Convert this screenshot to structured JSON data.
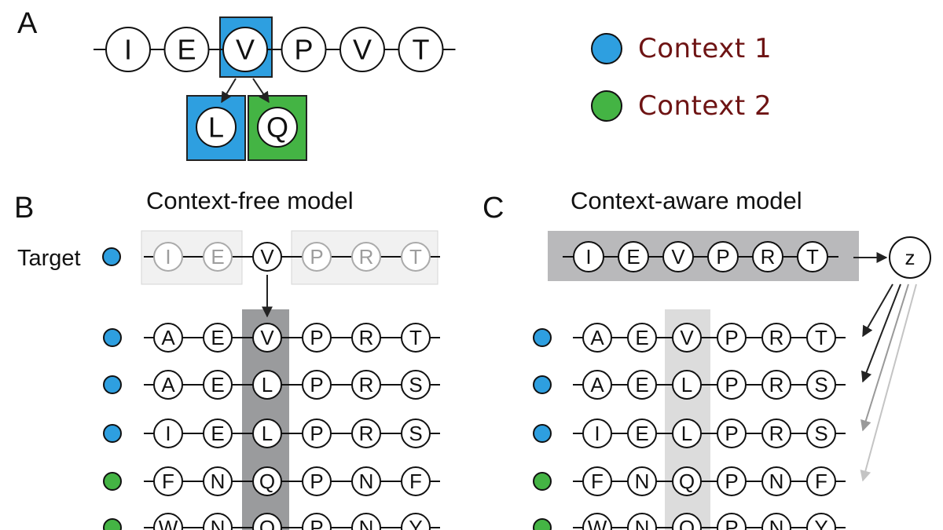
{
  "colors": {
    "context1": "#2e9fe0",
    "context2": "#44b444",
    "dark_band": "#9a9b9d",
    "light_band": "#dcdcdc",
    "legend_text": "#6e1414"
  },
  "panel_a": {
    "label": "A",
    "sequence": [
      "I",
      "E",
      "V",
      "P",
      "V",
      "T"
    ],
    "variants": [
      "L",
      "Q"
    ]
  },
  "legend": [
    {
      "label": "Context 1",
      "color": "#2e9fe0"
    },
    {
      "label": "Context 2",
      "color": "#44b444"
    }
  ],
  "panel_b": {
    "label": "B",
    "title": "Context-free model",
    "target_label": "Target",
    "target": [
      "I",
      "E",
      "V",
      "P",
      "R",
      "T"
    ],
    "rows": [
      {
        "context": 1,
        "seq": [
          "A",
          "E",
          "V",
          "P",
          "R",
          "T"
        ]
      },
      {
        "context": 1,
        "seq": [
          "A",
          "E",
          "L",
          "P",
          "R",
          "S"
        ]
      },
      {
        "context": 1,
        "seq": [
          "I",
          "E",
          "L",
          "P",
          "R",
          "S"
        ]
      },
      {
        "context": 2,
        "seq": [
          "F",
          "N",
          "Q",
          "P",
          "N",
          "F"
        ]
      },
      {
        "context": 2,
        "seq": [
          "W",
          "N",
          "Q",
          "P",
          "N",
          "Y"
        ]
      }
    ]
  },
  "panel_c": {
    "label": "C",
    "title": "Context-aware model",
    "input": [
      "I",
      "E",
      "V",
      "P",
      "R",
      "T"
    ],
    "latent": "z",
    "rows": [
      {
        "context": 1,
        "seq": [
          "A",
          "E",
          "V",
          "P",
          "R",
          "T"
        ]
      },
      {
        "context": 1,
        "seq": [
          "A",
          "E",
          "L",
          "P",
          "R",
          "S"
        ]
      },
      {
        "context": 1,
        "seq": [
          "I",
          "E",
          "L",
          "P",
          "R",
          "S"
        ]
      },
      {
        "context": 2,
        "seq": [
          "F",
          "N",
          "Q",
          "P",
          "N",
          "F"
        ]
      },
      {
        "context": 2,
        "seq": [
          "W",
          "N",
          "Q",
          "P",
          "N",
          "Y"
        ]
      }
    ]
  }
}
